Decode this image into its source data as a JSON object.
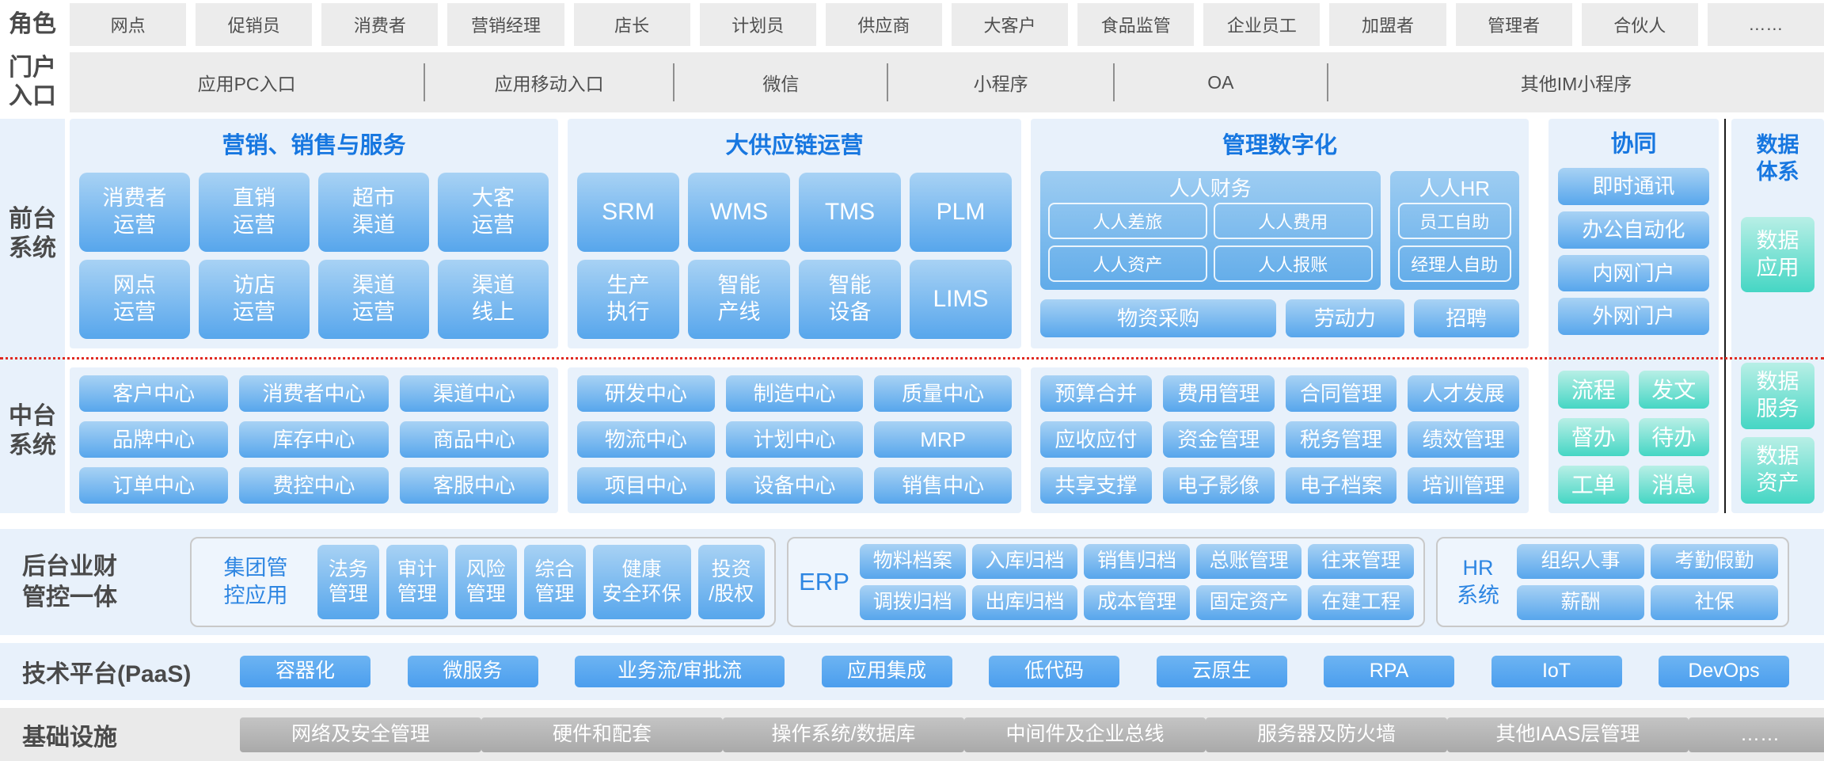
{
  "colors": {
    "accent_blue": "#1777e0",
    "tile_blue_top": "#a8d2f4",
    "tile_blue_bottom": "#57a6ec",
    "teal_top": "#b8efe6",
    "teal_bottom": "#45d6c4",
    "infra_gray": "#b5b5b5",
    "divider_red": "#e02a22",
    "label_dark": "#4a4a4a"
  },
  "roles": {
    "label": "角色",
    "items": [
      "网点",
      "促销员",
      "消费者",
      "营销经理",
      "店长",
      "计划员",
      "供应商",
      "大客户",
      "食品监管",
      "企业员工",
      "加盟者",
      "管理者",
      "合伙人",
      "……"
    ]
  },
  "portal": {
    "label": "门户\n入口",
    "items": [
      "应用PC入口",
      "应用移动入口",
      "微信",
      "小程序",
      "OA",
      "其他IM小程序"
    ]
  },
  "front": {
    "label": "前台\n系统",
    "marketing": {
      "title": "营销、销售与服务",
      "tiles": [
        "消费者\n运营",
        "直销\n运营",
        "超市\n渠道",
        "大客\n运营",
        "网点\n运营",
        "访店\n运营",
        "渠道\n运营",
        "渠道\n线上"
      ]
    },
    "supply": {
      "title": "大供应链运营",
      "tiles": [
        "SRM",
        "WMS",
        "TMS",
        "PLM",
        "生产\n执行",
        "智能\n产线",
        "智能\n设备",
        "LIMS"
      ]
    },
    "mgmt": {
      "title": "管理数字化",
      "finance_group": {
        "title": "人人财务",
        "chips": [
          "人人差旅",
          "人人费用",
          "人人资产",
          "人人报账"
        ]
      },
      "hr_group": {
        "title": "人人HR",
        "chips": [
          "员工自助",
          "经理人自助"
        ]
      },
      "bottom_tiles": [
        "物资采购",
        "劳动力",
        "招聘"
      ]
    },
    "collab": {
      "title": "协同",
      "tiles": [
        "即时通讯",
        "办公自动化",
        "内网门户",
        "外网门户"
      ]
    },
    "data": {
      "title": "数据\n体系",
      "tile": "数据\n应用"
    }
  },
  "middle": {
    "label": "中台\n系统",
    "marketing_tiles": [
      "客户中心",
      "消费者中心",
      "渠道中心",
      "品牌中心",
      "库存中心",
      "商品中心",
      "订单中心",
      "费控中心",
      "客服中心"
    ],
    "supply_tiles": [
      "研发中心",
      "制造中心",
      "质量中心",
      "物流中心",
      "计划中心",
      "MRP",
      "项目中心",
      "设备中心",
      "销售中心"
    ],
    "mgmt_tiles": [
      "预算合并",
      "费用管理",
      "合同管理",
      "人才发展",
      "应收应付",
      "资金管理",
      "税务管理",
      "绩效管理",
      "共享支撑",
      "电子影像",
      "电子档案",
      "培训管理"
    ],
    "collab_tiles": [
      "流程",
      "发文",
      "督办",
      "待办",
      "工单",
      "消息"
    ],
    "data_tiles": [
      "数据\n服务",
      "数据\n资产"
    ]
  },
  "backoffice": {
    "label": "后台业财\n管控一体",
    "group1": {
      "title": "集团管\n控应用",
      "tiles": [
        "法务\n管理",
        "审计\n管理",
        "风险\n管理",
        "综合\n管理",
        "健康\n安全环保",
        "投资\n/股权"
      ]
    },
    "erp": {
      "title": "ERP",
      "tiles": [
        "物料档案",
        "入库归档",
        "销售归档",
        "总账管理",
        "往来管理",
        "调拨归档",
        "出库归档",
        "成本管理",
        "固定资产",
        "在建工程"
      ]
    },
    "hr": {
      "title": "HR\n系统",
      "tiles": [
        "组织人事",
        "考勤假勤",
        "薪酬",
        "社保"
      ]
    }
  },
  "paas": {
    "label": "技术平台(PaaS)",
    "tiles": [
      "容器化",
      "微服务",
      "业务流/审批流",
      "应用集成",
      "低代码",
      "云原生",
      "RPA",
      "IoT",
      "DevOps"
    ]
  },
  "infra": {
    "label": "基础设施",
    "tiles": [
      "网络及安全管理",
      "硬件和配套",
      "操作系统/数据库",
      "中间件及企业总线",
      "服务器及防火墙",
      "其他IAAS层管理",
      "……"
    ]
  }
}
